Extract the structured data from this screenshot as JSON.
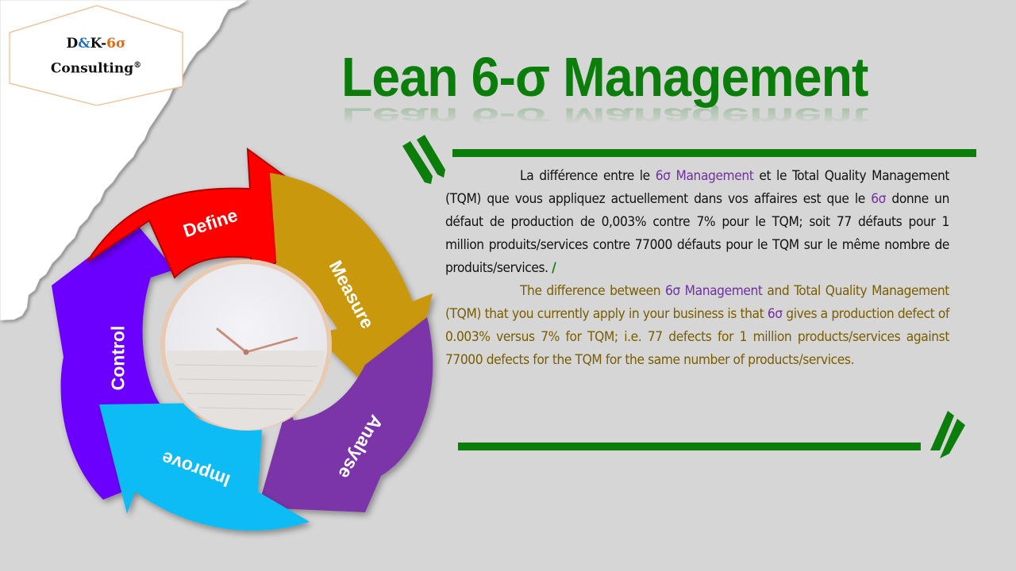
{
  "logo": {
    "line1_prefix": "D",
    "line1_amp": "&",
    "line1_k": "K-",
    "line1_sigma": "6σ",
    "line2": "Consulting",
    "registered": "®"
  },
  "header": {
    "title": "Lean 6-σ Management"
  },
  "cycle": {
    "center_icon": "clock-icon",
    "steps": [
      {
        "label": "Define",
        "color": "#ff0000"
      },
      {
        "label": "Measure",
        "color": "#c9980a"
      },
      {
        "label": "Analyse",
        "color": "#7b35a8"
      },
      {
        "label": "Improve",
        "color": "#0bbcf5"
      },
      {
        "label": "Control",
        "color": "#6c00ff"
      }
    ]
  },
  "content": {
    "fr": {
      "part1": "La différence entre le ",
      "hl1": "6σ Management",
      "part2": " et le Total Quality Management (TQM) que vous appliquez actuellement dans vos affaires est que le ",
      "hl2": "6σ",
      "part3": " donne un défaut de production de 0,003% contre 7% pour le TQM; soit 77 défauts pour 1 million produits/services contre 77000 défauts pour le TQM sur le même nombre de produits/services. ",
      "slash": "/"
    },
    "en": {
      "part1": "The difference between ",
      "hl1": "6σ Management",
      "part2": " and Total Quality Management (TQM) that you currently apply in your business is that ",
      "hl2": "6σ",
      "part3": " gives a production defect of 0.003% versus 7% for TQM; i.e. 77 defects for 1 million products/services against 77000 defects for the TQM for the same number of products/services."
    }
  },
  "colors": {
    "title_green": "#0b7d0b",
    "highlight_purple": "#7030a0",
    "english_text": "#7a5c00",
    "background": "#d6d6d6"
  }
}
